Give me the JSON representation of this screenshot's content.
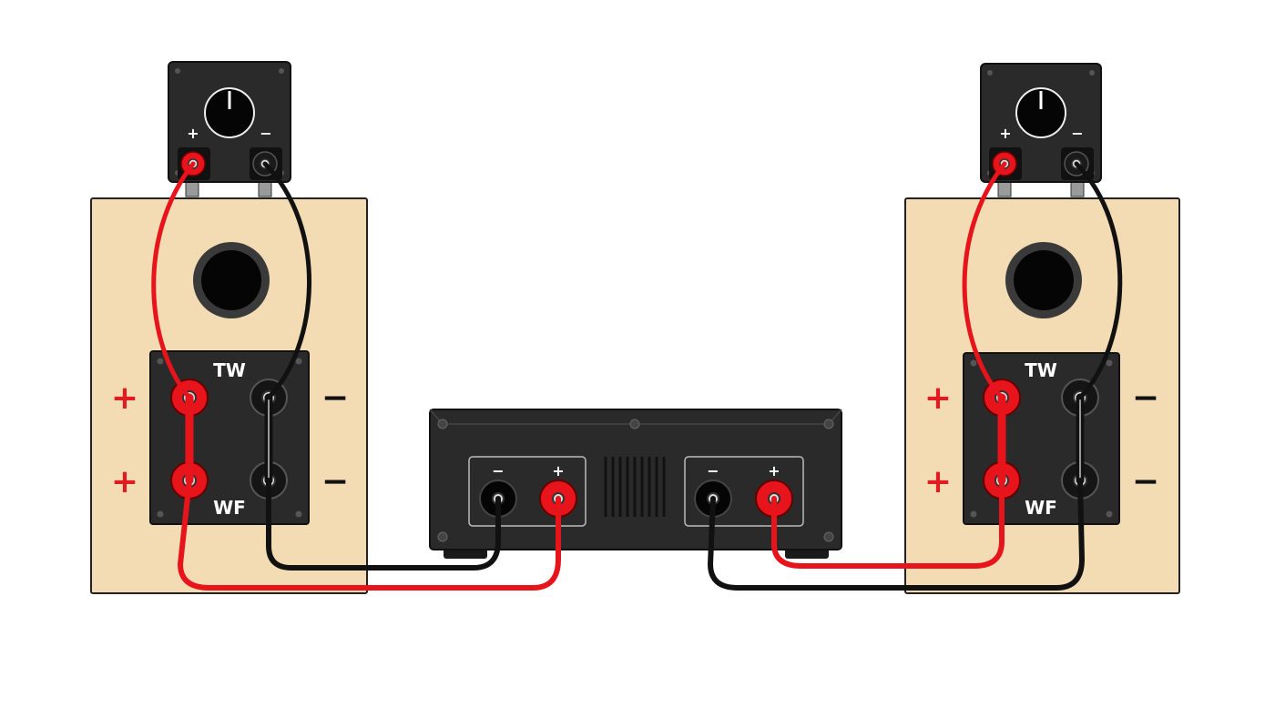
{
  "colors": {
    "wood": "#f3dcb4",
    "panel": "#2a2a2a",
    "red_wire": "#e8141c",
    "black_wire": "#111111",
    "plus_sign": "#e01b22",
    "minus_sign": "#111111"
  },
  "left_speaker": {
    "tweeter_plus_label": "+",
    "tweeter_minus_label": "−",
    "tw_label": "TW",
    "wf_label": "WF",
    "side_plus_top": "+",
    "side_plus_bottom": "+",
    "side_minus_top": "−",
    "side_minus_bottom": "−"
  },
  "right_speaker": {
    "tweeter_plus_label": "+",
    "tweeter_minus_label": "−",
    "tw_label": "TW",
    "wf_label": "WF",
    "side_plus_top": "+",
    "side_plus_bottom": "+",
    "side_minus_top": "−",
    "side_minus_bottom": "−"
  },
  "amplifier": {
    "left_channel": {
      "minus_label": "−",
      "plus_label": "+"
    },
    "right_channel": {
      "minus_label": "−",
      "plus_label": "+"
    }
  },
  "icons": [
    "volume-knob-icon",
    "binding-post-icon",
    "screw-icon",
    "vent-grille-icon"
  ]
}
